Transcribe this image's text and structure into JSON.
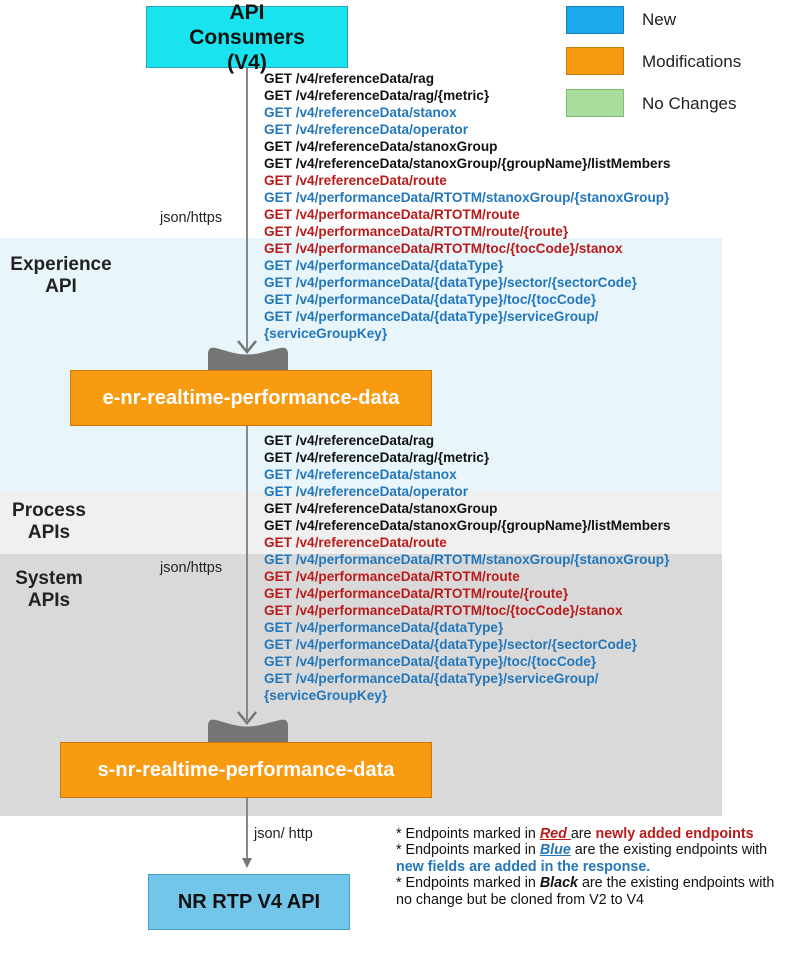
{
  "legend": [
    {
      "label": "New",
      "color": "#19a9ec",
      "border": "#1a7fb5"
    },
    {
      "label": "Modifications",
      "color": "#f99b10",
      "border": "#c77a0c"
    },
    {
      "label": "No Changes",
      "color": "#a9dd9e",
      "border": "#7fbd72"
    }
  ],
  "layers": {
    "experience": "Experience API",
    "process": "Process APIs",
    "system": "System APIs"
  },
  "boxes": {
    "consumers": "API Consumers (V4)",
    "experience_api": "e-nr-realtime-performance-data",
    "system_api": "s-nr-realtime-performance-data",
    "backend": "NR RTP V4 API"
  },
  "protocols": {
    "top": "json/https",
    "middle": "json/https",
    "bottom": "json/ http"
  },
  "endpoints": [
    {
      "text": "GET /v4/referenceData/rag",
      "status": "black"
    },
    {
      "text": "GET /v4/referenceData/rag/{metric}",
      "status": "black"
    },
    {
      "text": "GET /v4/referenceData/stanox",
      "status": "blue"
    },
    {
      "text": "GET /v4/referenceData/operator",
      "status": "blue"
    },
    {
      "text": "GET /v4/referenceData/stanoxGroup",
      "status": "black"
    },
    {
      "text": "GET /v4/referenceData/stanoxGroup/{groupName}/listMembers",
      "status": "black"
    },
    {
      "text": "GET /v4/referenceData/route",
      "status": "red"
    },
    {
      "text": "GET /v4/performanceData/RTOTM/stanoxGroup/{stanoxGroup}",
      "status": "blue"
    },
    {
      "text": "GET /v4/performanceData/RTOTM/route",
      "status": "red"
    },
    {
      "text": "GET /v4/performanceData/RTOTM/route/{route}",
      "status": "red"
    },
    {
      "text": "GET /v4/performanceData/RTOTM/toc/{tocCode}/stanox",
      "status": "red"
    },
    {
      "text": "GET /v4/performanceData/{dataType}",
      "status": "blue"
    },
    {
      "text": "GET /v4/performanceData/{dataType}/sector/{sectorCode}",
      "status": "blue"
    },
    {
      "text": "GET /v4/performanceData/{dataType}/toc/{tocCode}",
      "status": "blue"
    },
    {
      "text": "GET /v4/performanceData/{dataType}/serviceGroup/",
      "status": "blue"
    },
    {
      "text": "{serviceGroupKey}",
      "status": "blue"
    }
  ],
  "notes": {
    "red": {
      "prefix": "* Endpoints marked in ",
      "key": "Red ",
      "mid": "are ",
      "highlight": "newly added endpoints"
    },
    "blue": {
      "prefix": "* Endpoints marked in ",
      "key": "Blue",
      "mid": " are the existing endpoints with  ",
      "highlight": "new fields are added in the response."
    },
    "black": {
      "prefix": "* Endpoints marked in ",
      "key": "Black",
      "mid": " are the existing endpoints with no change but be cloned from V2 to V4"
    }
  }
}
